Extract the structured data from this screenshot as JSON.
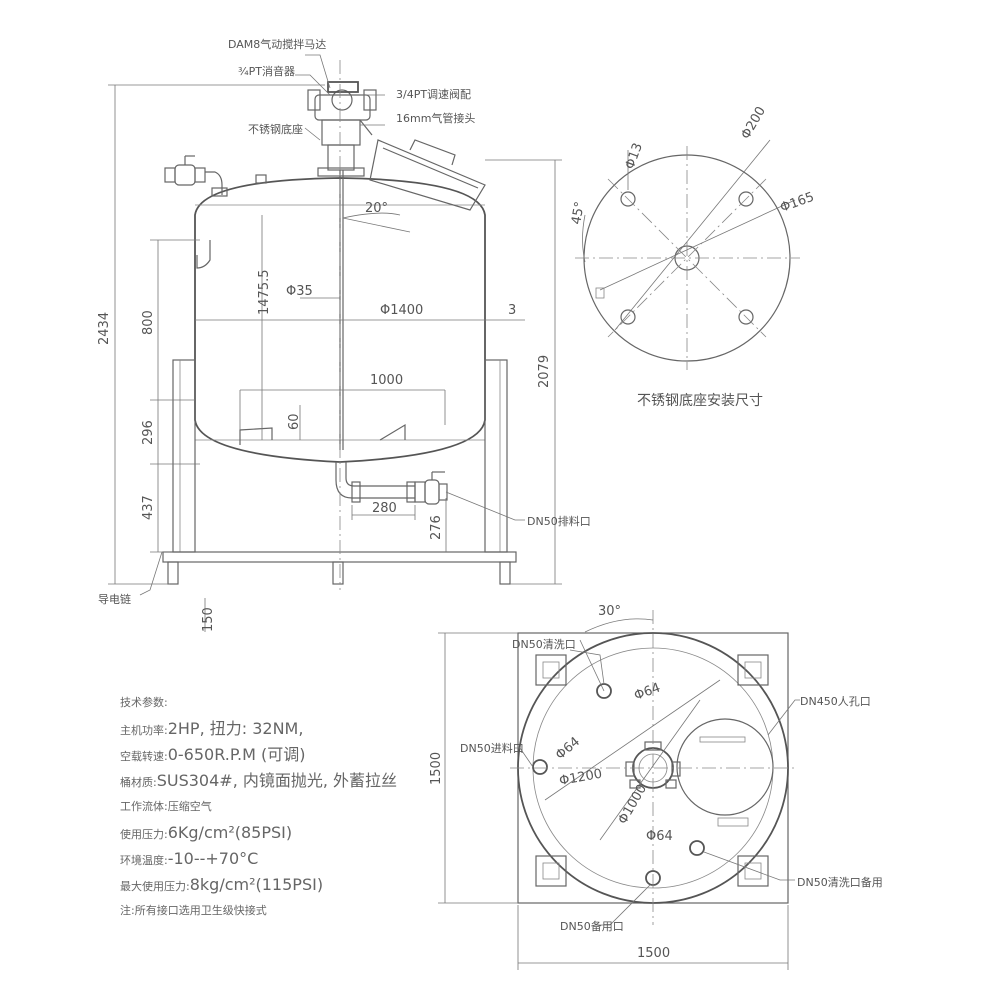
{
  "front_view": {
    "labels": {
      "motor": "DAM8气动搅拌马达",
      "muffler": "¾PT消音器",
      "valve": "3/4PT调速阀配",
      "hose": "16mm气管接头",
      "base": "不锈钢底座",
      "drain": "DN50排料口",
      "ground": "导电链"
    },
    "dims": {
      "total_height": "2434",
      "body_height": "2079",
      "upper": "1475.5",
      "d800": "800",
      "d296": "296",
      "d437": "437",
      "d150": "150",
      "shaft_dia": "Φ35",
      "tank_dia": "Φ1400",
      "wall": "3",
      "angle": "20°",
      "blade": "1000",
      "h60": "60",
      "pipe_len": "280",
      "pipe_h": "276"
    }
  },
  "base_view": {
    "title": "不锈钢底座安装尺寸",
    "dims": {
      "hole": "Φ13",
      "outer": "Φ200",
      "pcd": "Φ165",
      "angle": "45°"
    }
  },
  "top_view": {
    "labels": {
      "clean": "DN50清洗口",
      "manhole": "DN450人孔口",
      "inlet": "DN50进料口",
      "clean_spare": "DN50清洗口备用",
      "spare": "DN50备用口"
    },
    "dims": {
      "angle": "30°",
      "p64a": "Φ64",
      "p64b": "Φ64",
      "p64c": "Φ64",
      "d1200": "Φ1200",
      "d1000": "Φ1000",
      "width": "1500",
      "height": "1500"
    }
  },
  "specs": {
    "title": "技术参数:",
    "rows": [
      {
        "k": "主机功率:",
        "v": "2HP, 扭力: 32NM,"
      },
      {
        "k": "空载转速:",
        "v": "0-650R.P.M (可调)"
      },
      {
        "k": "桶材质:",
        "v": "SUS304#, 内镜面抛光, 外蓄拉丝"
      },
      {
        "k": "工作流体:",
        "v": "压缩空气"
      },
      {
        "k": "使用压力:",
        "v": "6Kg/cm²(85PSI)"
      },
      {
        "k": "环境温度:",
        "v": "-10--+70°C"
      },
      {
        "k": "最大使用压力:",
        "v": "8kg/cm²(115PSI)"
      },
      {
        "k": "注:",
        "v": "所有接口选用卫生级快接式"
      }
    ]
  }
}
